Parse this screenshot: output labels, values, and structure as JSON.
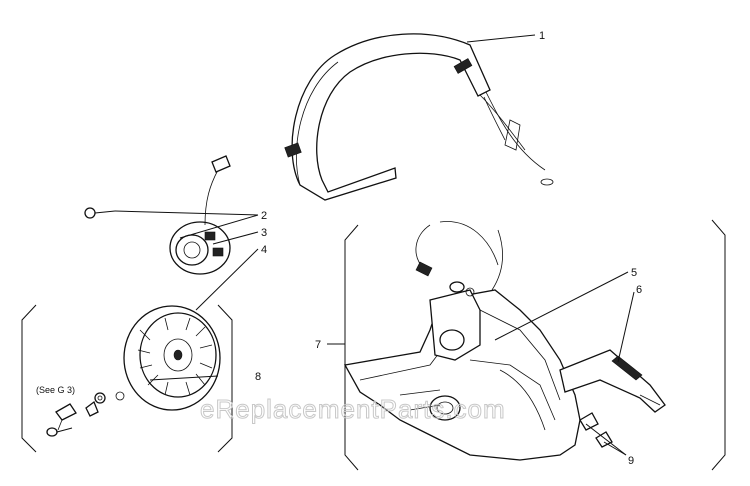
{
  "diagram": {
    "callouts": [
      {
        "id": "1",
        "label": "1"
      },
      {
        "id": "2",
        "label": "2"
      },
      {
        "id": "3",
        "label": "3"
      },
      {
        "id": "4",
        "label": "4"
      },
      {
        "id": "5",
        "label": "5"
      },
      {
        "id": "6",
        "label": "6"
      },
      {
        "id": "7",
        "label": "7"
      },
      {
        "id": "8",
        "label": "8"
      },
      {
        "id": "9",
        "label": "9"
      }
    ],
    "note": "(See G 3)",
    "watermark": "eReplacementParts.com"
  }
}
